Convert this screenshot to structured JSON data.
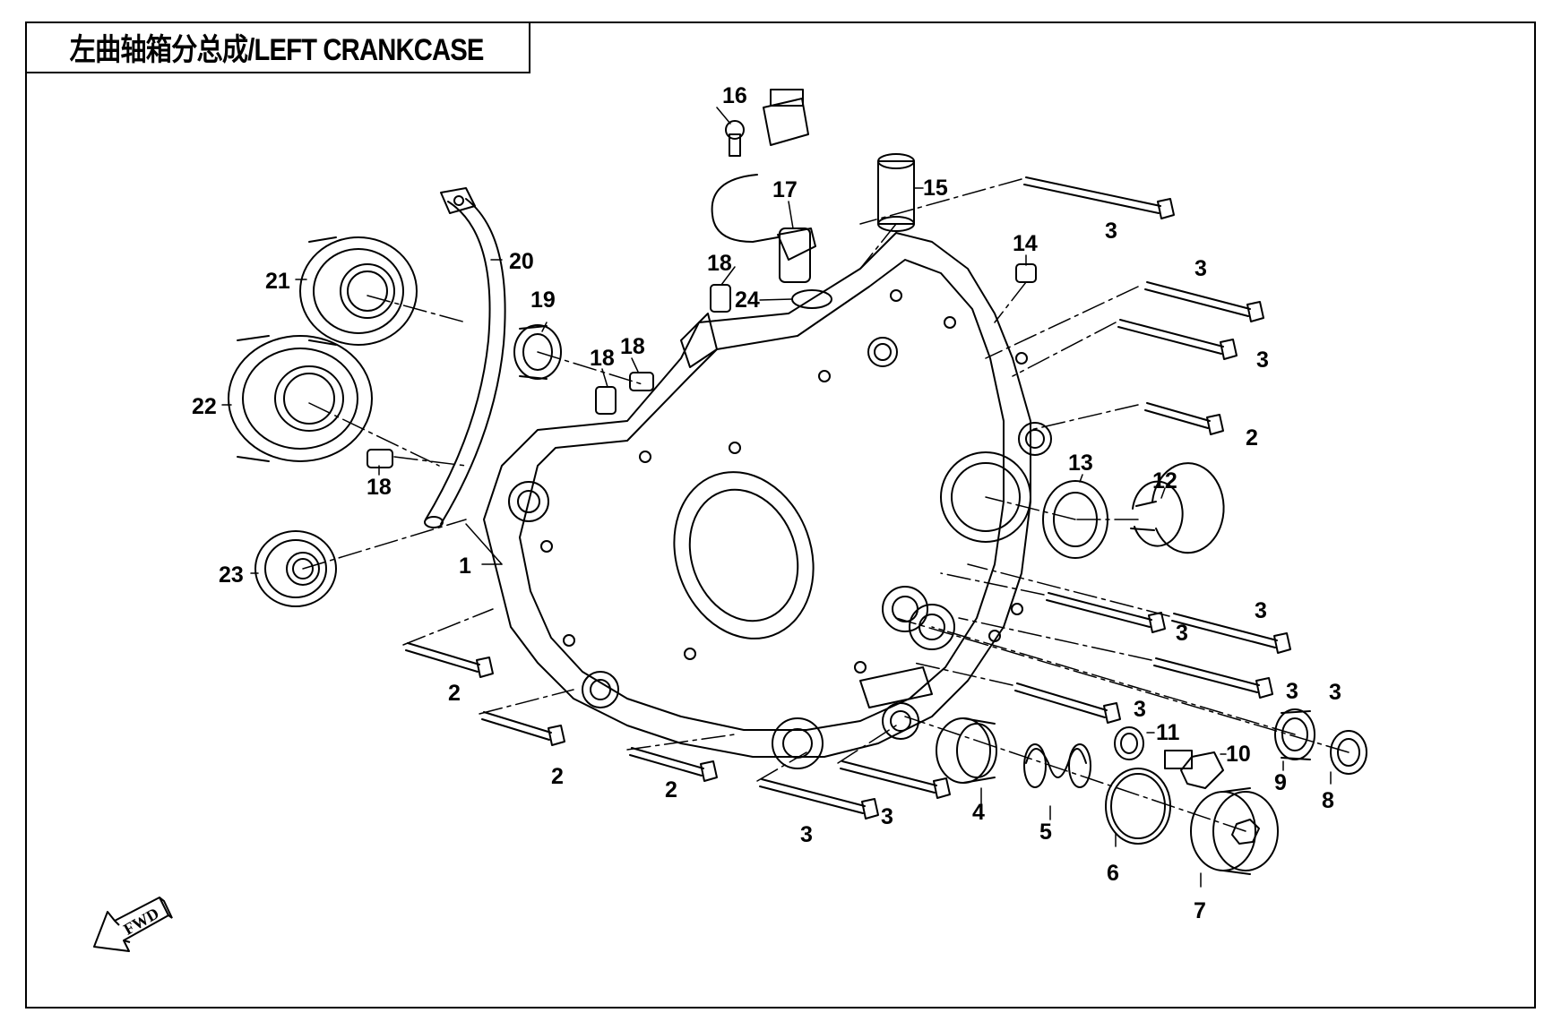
{
  "title": "左曲轴箱分总成/LEFT CRANKCASE",
  "fwd_label": "FWD",
  "callouts": [
    {
      "id": "c1",
      "text": "1"
    },
    {
      "id": "c2a",
      "text": "2"
    },
    {
      "id": "c2b",
      "text": "2"
    },
    {
      "id": "c2c",
      "text": "2"
    },
    {
      "id": "c2d",
      "text": "2"
    },
    {
      "id": "c3a",
      "text": "3"
    },
    {
      "id": "c3b",
      "text": "3"
    },
    {
      "id": "c3c",
      "text": "3"
    },
    {
      "id": "c3d",
      "text": "3"
    },
    {
      "id": "c3e",
      "text": "3"
    },
    {
      "id": "c3f",
      "text": "3"
    },
    {
      "id": "c3g",
      "text": "3"
    },
    {
      "id": "c3h",
      "text": "3"
    },
    {
      "id": "c3i",
      "text": "3"
    },
    {
      "id": "c3j",
      "text": "3"
    },
    {
      "id": "c4",
      "text": "4"
    },
    {
      "id": "c5",
      "text": "5"
    },
    {
      "id": "c6",
      "text": "6"
    },
    {
      "id": "c7",
      "text": "7"
    },
    {
      "id": "c8",
      "text": "8"
    },
    {
      "id": "c9",
      "text": "9"
    },
    {
      "id": "c10",
      "text": "10"
    },
    {
      "id": "c11",
      "text": "11"
    },
    {
      "id": "c12",
      "text": "12"
    },
    {
      "id": "c13",
      "text": "13"
    },
    {
      "id": "c14",
      "text": "14"
    },
    {
      "id": "c15",
      "text": "15"
    },
    {
      "id": "c16",
      "text": "16"
    },
    {
      "id": "c17",
      "text": "17"
    },
    {
      "id": "c18a",
      "text": "18"
    },
    {
      "id": "c18b",
      "text": "18"
    },
    {
      "id": "c18c",
      "text": "18"
    },
    {
      "id": "c18d",
      "text": "18"
    },
    {
      "id": "c19",
      "text": "19"
    },
    {
      "id": "c20",
      "text": "20"
    },
    {
      "id": "c21",
      "text": "21"
    },
    {
      "id": "c22",
      "text": "22"
    },
    {
      "id": "c23",
      "text": "23"
    },
    {
      "id": "c24",
      "text": "24"
    }
  ]
}
